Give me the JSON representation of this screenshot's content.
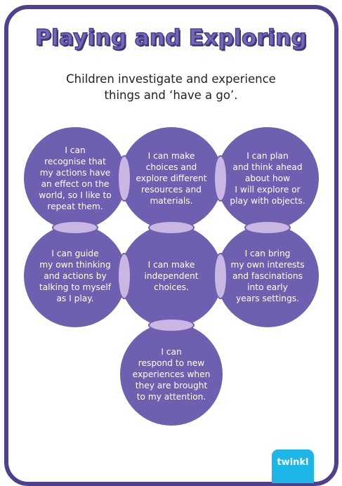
{
  "title": "Playing and Exploring",
  "subtitle": {
    "line1": "Children investigate and experience",
    "line2": "things and ‘have a go’."
  },
  "circles": [
    {
      "lines": [
        "I can",
        "recognise that",
        "my actions have",
        "an effect on the",
        "world, so I like to",
        "repeat them."
      ]
    },
    {
      "lines": [
        "I can make",
        "choices and",
        "explore different",
        "resources and",
        "materials."
      ]
    },
    {
      "lines": [
        "I can plan",
        "and think ahead",
        "about how",
        "I will explore or",
        "play with objects."
      ]
    },
    {
      "lines": [
        "I can guide",
        "my own thinking",
        "and actions by",
        "talking to myself",
        "as I play."
      ]
    },
    {
      "lines": [
        "I can make",
        "independent",
        "choices."
      ]
    },
    {
      "lines": [
        "I can bring",
        "my own interests",
        "and fascinations",
        "into early",
        "years settings."
      ]
    },
    {
      "lines": [
        "I can",
        "respond to new",
        "experiences when",
        "they are brought",
        "to my attention."
      ]
    }
  ],
  "colors": {
    "frame": "#4f3f8e",
    "circle": "#6f5fb0",
    "overlap": "#c9b6e2",
    "title_fill": "#7268b8",
    "logo": "#1db6e8"
  },
  "logo": {
    "text": "twinkl"
  }
}
